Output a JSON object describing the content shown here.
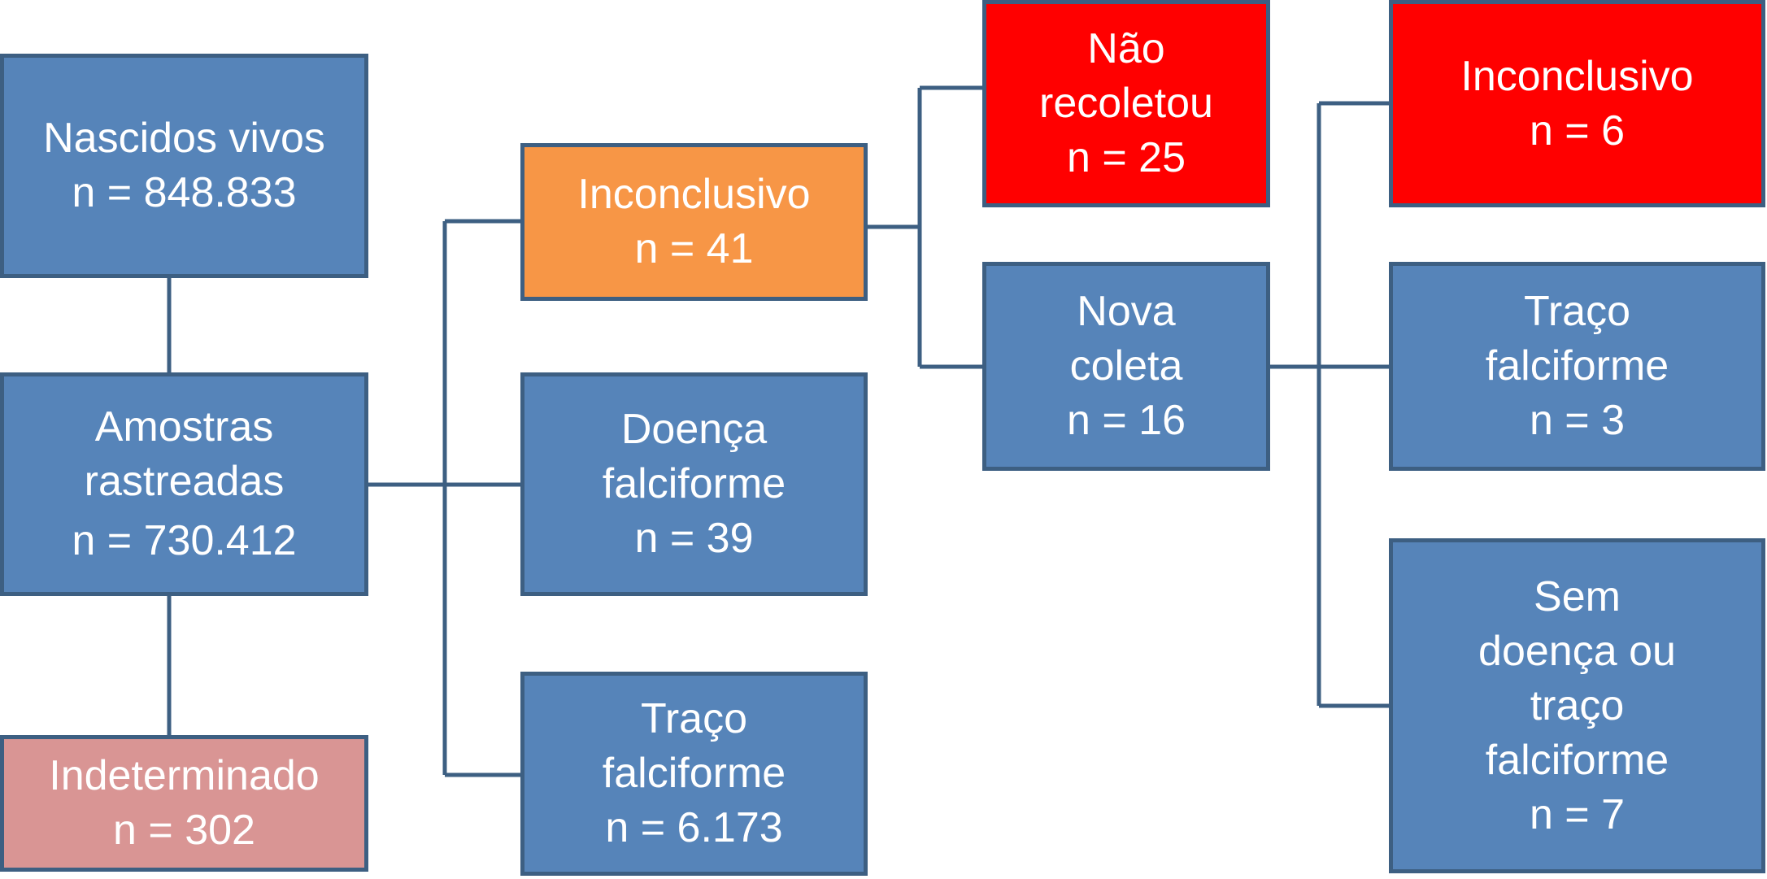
{
  "colors": {
    "blue": "#5684b9",
    "orange": "#f79646",
    "red": "#ff0000",
    "pink": "#d99594",
    "border": "#3d5f82"
  },
  "boxes": {
    "nascidos_vivos": {
      "lines": [
        "Nascidos vivos",
        "n = 848.833"
      ],
      "color": "blue"
    },
    "amostras_rastreadas": {
      "lines": [
        "Amostras",
        "rastreadas",
        "n = 730.412"
      ],
      "color": "blue"
    },
    "indeterminado": {
      "lines": [
        "Indeterminado",
        "n = 302"
      ],
      "color": "pink"
    },
    "inconclusivo_41": {
      "lines": [
        "Inconclusivo",
        "n = 41"
      ],
      "color": "orange"
    },
    "doenca_falciforme": {
      "lines": [
        "Doença",
        "falciforme",
        "n = 39"
      ],
      "color": "blue"
    },
    "traco_falciforme_6173": {
      "lines": [
        "Traço",
        "falciforme",
        "n = 6.173"
      ],
      "color": "blue"
    },
    "nao_recoletou": {
      "lines": [
        "Não",
        "recoletou",
        "n = 25"
      ],
      "color": "red"
    },
    "nova_coleta": {
      "lines": [
        "Nova",
        "coleta",
        "n = 16"
      ],
      "color": "blue"
    },
    "inconclusivo_6": {
      "lines": [
        "Inconclusivo",
        "n = 6"
      ],
      "color": "red"
    },
    "traco_falciforme_3": {
      "lines": [
        "Traço",
        "falciforme",
        "n = 3"
      ],
      "color": "blue"
    },
    "sem_doenca": {
      "lines": [
        "Sem",
        "doença ou",
        "traço",
        "falciforme",
        "n = 7"
      ],
      "color": "blue"
    }
  }
}
